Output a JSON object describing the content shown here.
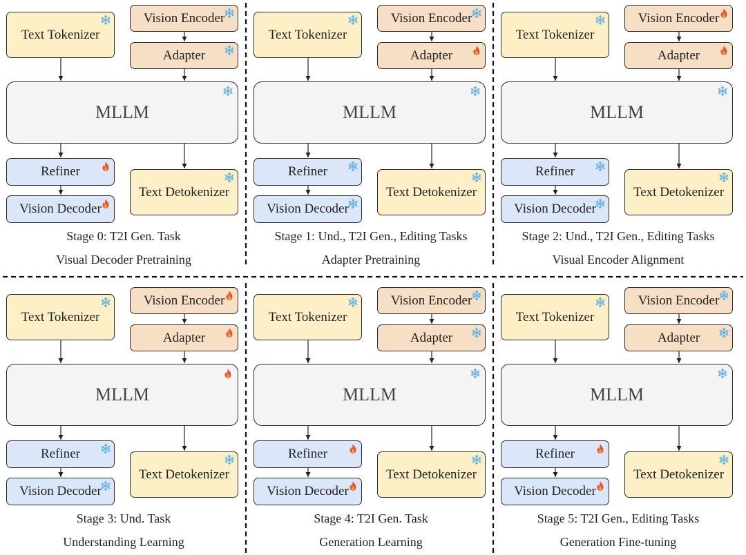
{
  "labels": {
    "text_tokenizer": "Text Tokenizer",
    "vision_encoder": "Vision Encoder",
    "adapter": "Adapter",
    "mllm": "MLLM",
    "refiner": "Refiner",
    "vision_decoder": "Vision Decoder",
    "text_detokenizer": "Text Detokenizer"
  },
  "legend_icons": {
    "frozen": "snowflake-icon",
    "trainable": "flame-icon"
  },
  "colors": {
    "tokenizer_fill": "#fdf0c7",
    "encoder_fill": "#f6dfc4",
    "mllm_fill": "#f4f4f4",
    "decoder_fill": "#dce6f9",
    "frozen_icon": "#5ab0e6",
    "trainable_icon": "#e2542c"
  },
  "stages": [
    {
      "caption": "Stage 0: T2I Gen. Task",
      "subtitle": "Visual Decoder Pretraining",
      "states": {
        "text_tokenizer": "frozen",
        "vision_encoder": "frozen",
        "adapter": "frozen",
        "mllm": "frozen",
        "refiner": "trainable",
        "vision_decoder": "trainable",
        "text_detokenizer": "frozen"
      }
    },
    {
      "caption": "Stage 1: Und., T2I Gen., Editing Tasks",
      "subtitle": "Adapter Pretraining",
      "states": {
        "text_tokenizer": "frozen",
        "vision_encoder": "frozen",
        "adapter": "trainable",
        "mllm": "frozen",
        "refiner": "frozen",
        "vision_decoder": "frozen",
        "text_detokenizer": "frozen"
      }
    },
    {
      "caption": "Stage 2: Und., T2I Gen., Editing Tasks",
      "subtitle": "Visual Encoder Alignment",
      "states": {
        "text_tokenizer": "frozen",
        "vision_encoder": "trainable",
        "adapter": "trainable",
        "mllm": "frozen",
        "refiner": "frozen",
        "vision_decoder": "frozen",
        "text_detokenizer": "frozen"
      }
    },
    {
      "caption": "Stage 3: Und. Task",
      "subtitle": "Understanding Learning",
      "states": {
        "text_tokenizer": "frozen",
        "vision_encoder": "trainable",
        "adapter": "trainable",
        "mllm": "trainable",
        "refiner": "frozen",
        "vision_decoder": "frozen",
        "text_detokenizer": "frozen"
      }
    },
    {
      "caption": "Stage 4: T2I Gen. Task",
      "subtitle": "Generation Learning",
      "states": {
        "text_tokenizer": "frozen",
        "vision_encoder": "frozen",
        "adapter": "frozen",
        "mllm": "frozen",
        "refiner": "trainable",
        "vision_decoder": "trainable",
        "text_detokenizer": "frozen"
      }
    },
    {
      "caption": "Stage 5: T2I Gen., Editing Tasks",
      "subtitle": "Generation Fine-tuning",
      "states": {
        "text_tokenizer": "frozen",
        "vision_encoder": "frozen",
        "adapter": "frozen",
        "mllm": "frozen",
        "refiner": "trainable",
        "vision_decoder": "trainable",
        "text_detokenizer": "frozen"
      }
    }
  ]
}
